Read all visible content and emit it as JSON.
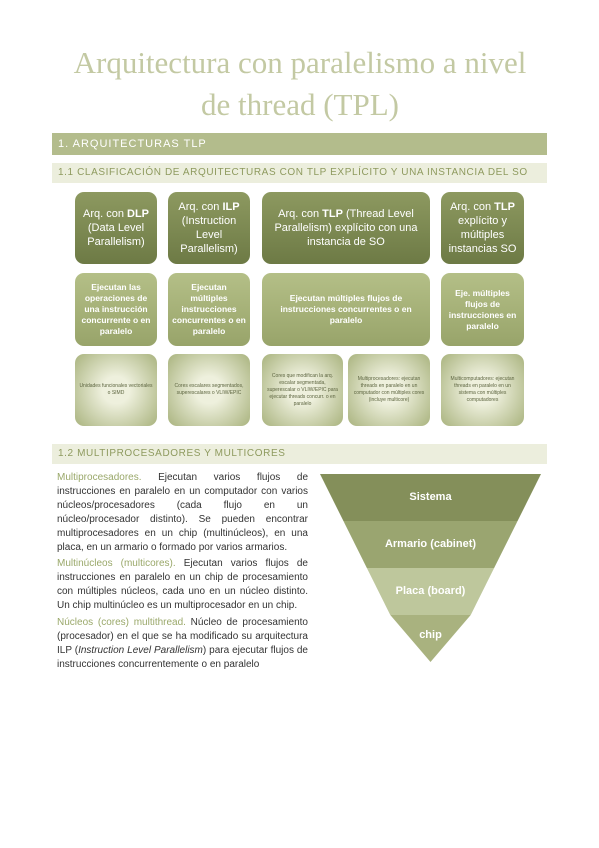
{
  "title": "Arquitectura con paralelismo a nivel de thread (TPL)",
  "section1": "1. ARQUITECTURAS TLP",
  "sub11": "1.1 CLASIFICACIÓN DE ARQUITECTURAS CON TLP EXPLÍCITO Y UNA INSTANCIA DEL SO",
  "row1": [
    {
      "pre": "Arq. con ",
      "bold": "DLP",
      "post": " (Data Level Parallelism)"
    },
    {
      "pre": "Arq. con ",
      "bold": "ILP",
      "post": " (Instruction Level Parallelism)"
    },
    {
      "pre": "Arq. con ",
      "bold": "TLP",
      "post": " (Thread Level Parallelism) explícito con una instancia de SO"
    },
    {
      "pre": "Arq. con ",
      "bold": "TLP",
      "post": " explícito y múltiples instancias SO"
    }
  ],
  "row2": [
    "Ejecutan las operaciones de una instrucción concurrente o en paralelo",
    "Ejecutan múltiples instrucciones concurrentes o en paralelo",
    "Ejecutan múltiples flujos de instrucciones concurrentes o en paralelo",
    "Eje. múltiples flujos de instrucciones en paralelo"
  ],
  "row3": [
    "Unidades funcionales vectoriales o SIMD",
    "Cores escalares segmentados, superescalares o VLIW/EPIC",
    "Cores que modifican la arq. escalar segmentada, superescalar o VLIW/EPIC para ejecutar threads concurr. o en paralelo",
    "Multiprocesadores: ejecutan threads en paralelo en un computador con múltiples cores (incluye multicore)",
    "Multicomputadores: ejecutan threads en paralelo en un sistema con múltiples computadores"
  ],
  "sub12": "1.2 MULTIPROCESADORES Y MULTICORES",
  "p1_term": "Multiprocesadores.",
  "p1_text": " Ejecutan varios flujos de instrucciones en paralelo en un computador con varios núcleos/procesadores (cada flujo en un núcleo/procesador distinto). Se pueden encontrar multiprocesadores en un chip (multinúcleos), en una placa, en un armario o formado por varios armarios.",
  "p2_term": "Multinúcleos (multicores).",
  "p2_text": " Ejecutan varios flujos de instrucciones en paralelo en un chip de procesamiento con múltiples núcleos, cada uno en un núcleo distinto. Un chip multinúcleo es un multiprocesador en un chip.",
  "p3_term": "Núcleos (cores) multithread.",
  "p3_text_a": " Núcleo de procesamiento (procesador) en el que se ha modificado su arquitectura ILP (",
  "p3_italic": "Instruction Level Parallelism",
  "p3_text_b": ") para ejecutar flujos de instrucciones concurrentemente o en paralelo",
  "funnel": [
    "Sistema",
    "Armario (cabinet)",
    "Placa (board)",
    "chip"
  ]
}
